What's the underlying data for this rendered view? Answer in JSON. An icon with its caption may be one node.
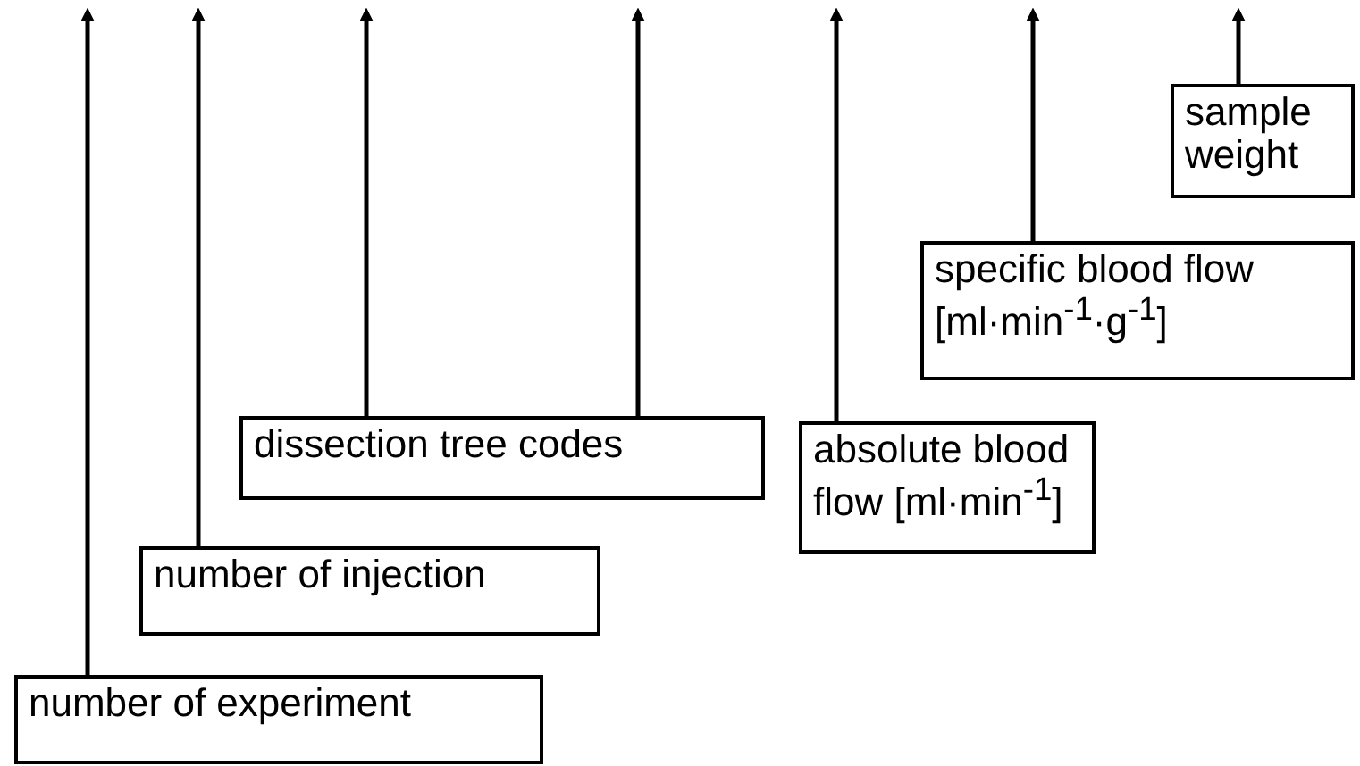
{
  "diagram": {
    "nodes": [
      {
        "text": [
          "number of experiment"
        ]
      },
      {
        "text": [
          "number of injection"
        ]
      },
      {
        "text": [
          "dissection tree codes"
        ]
      },
      {
        "text": [
          "absolute blood flow [ml·min$^{-1}$]"
        ]
      },
      {
        "text": [
          "specific blood flow [ml·min$^{-1}$·g$^{-1}$]"
        ]
      },
      {
        "text": [
          "sample weight"
        ]
      }
    ],
    "edges": [
      {
        "from": 0,
        "to": null,
        "arrow": "to"
      },
      {
        "from": 1,
        "to": null,
        "arrow": "to"
      },
      {
        "from": 2,
        "to": null,
        "arrow": "to"
      },
      {
        "from": 2,
        "to": null,
        "arrow": "to"
      },
      {
        "from": 3,
        "to": null,
        "arrow": "to"
      },
      {
        "from": 4,
        "to": null,
        "arrow": "to"
      },
      {
        "from": 5,
        "to": null,
        "arrow": "to"
      }
    ]
  }
}
